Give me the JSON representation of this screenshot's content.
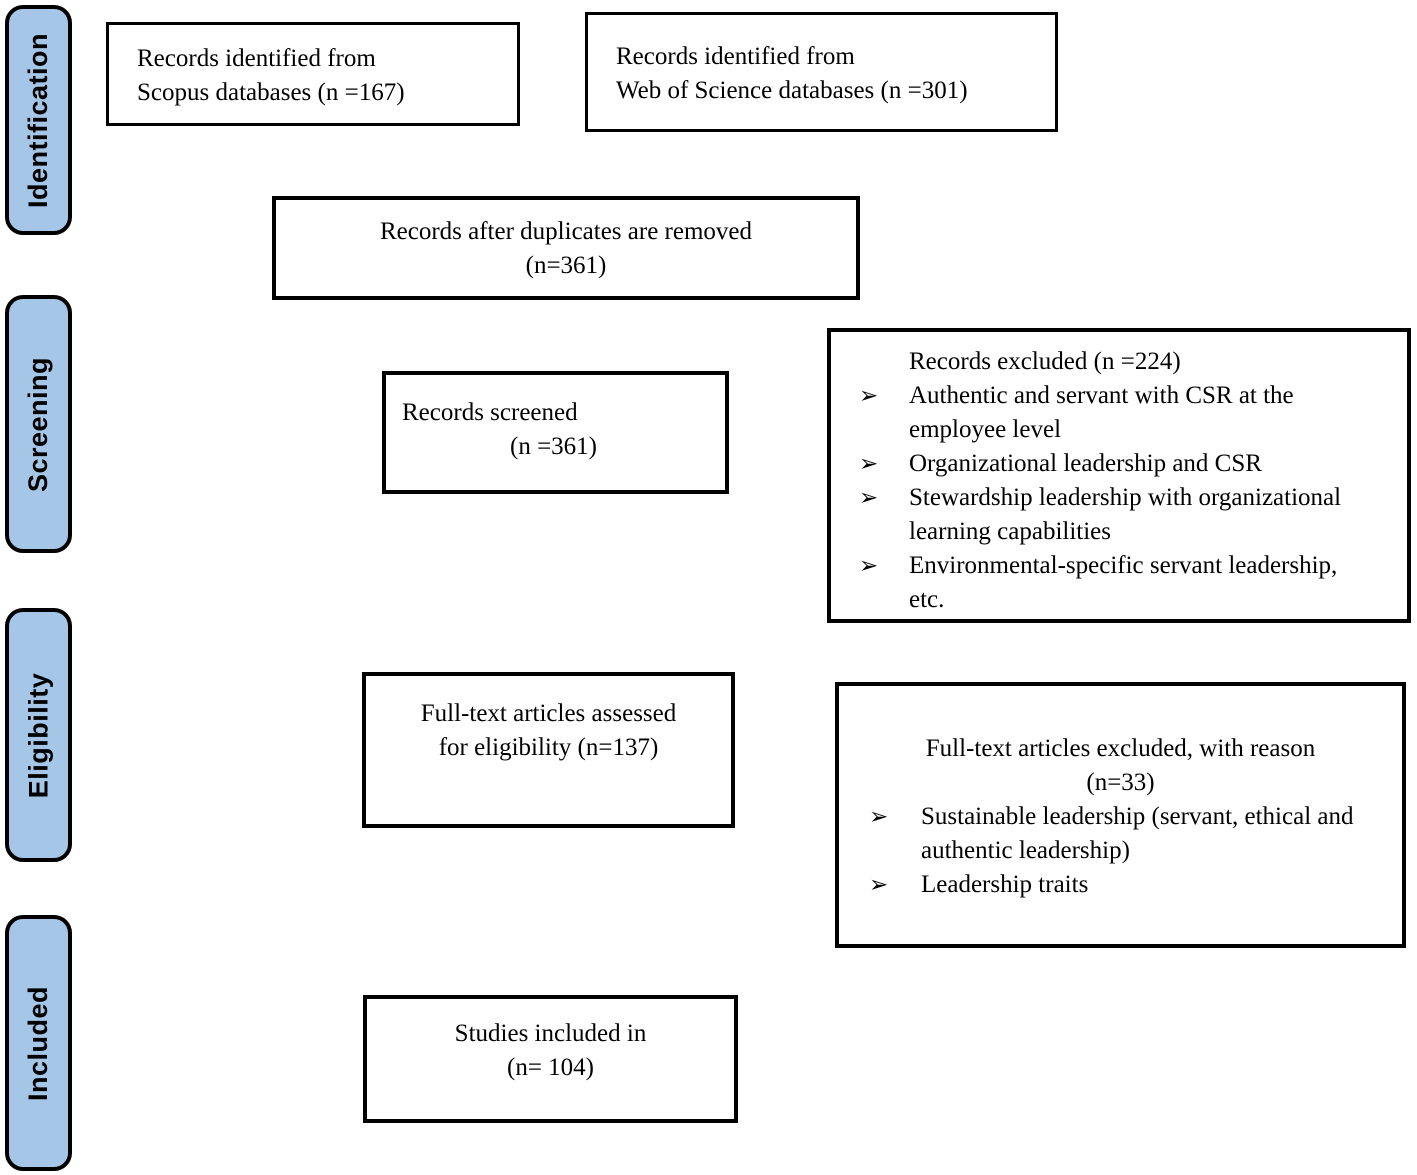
{
  "stages": {
    "identification": "Identification",
    "screening": "Screening",
    "eligibility": "Eligibility",
    "included": "Included"
  },
  "boxes": {
    "scopus": {
      "line1": "Records identified from",
      "line2": "Scopus databases (n =167)"
    },
    "wos": {
      "line1": "Records identified from",
      "line2": "Web of Science databases (n =301)"
    },
    "duplicates": {
      "line1": "Records after duplicates are removed",
      "line2": "(n=361)"
    },
    "screened": {
      "line1": "Records screened",
      "line2": "(n =361)"
    },
    "records_excluded": {
      "title": "Records excluded (n =224)",
      "items": [
        "Authentic and servant with CSR at the employee level",
        "Organizational leadership and CSR",
        "Stewardship leadership with organizational learning capabilities",
        "Environmental-specific servant leadership, etc."
      ]
    },
    "fulltext_assessed": {
      "line1": "Full-text articles assessed",
      "line2": "for eligibility (n=137)"
    },
    "fulltext_excluded": {
      "title_line1": "Full-text articles excluded, with reason",
      "title_line2": "(n=33)",
      "items": [
        "Sustainable leadership (servant, ethical and authentic leadership)",
        "Leadership traits"
      ]
    },
    "studies_included": {
      "line1": "Studies included in",
      "line2": "(n= 104)"
    }
  },
  "bullet_glyph": "➢",
  "colors": {
    "stage_fill": "#A5C6E6",
    "border": "#000000",
    "background": "#FFFFFF"
  }
}
